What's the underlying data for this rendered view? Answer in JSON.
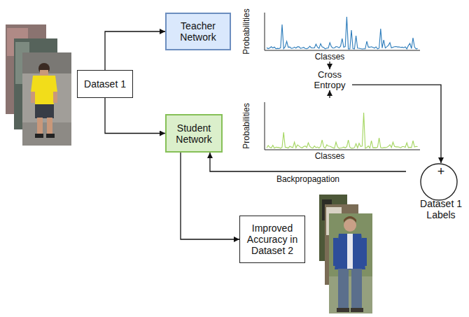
{
  "diagram": {
    "nodes": [
      {
        "text": [
          "Teacher Network"
        ]
      },
      {
        "text": [
          "Probabilities",
          "Classes"
        ]
      },
      {
        "text": [
          "Dataset 1"
        ]
      },
      {
        "text": [
          "Cross Entropy"
        ]
      },
      {
        "text": [
          "Student Network"
        ]
      },
      {
        "text": [
          "Probabilities",
          "Classes"
        ]
      },
      {
        "text": [
          "+"
        ]
      },
      {
        "text": [
          "Improved Accuracy in Dataset 2"
        ]
      },
      {
        "text": [
          "Dataset 1 Labels"
        ]
      }
    ],
    "edges": [
      {
        "from": 2,
        "to": 0,
        "arrow": "to"
      },
      {
        "from": 2,
        "to": 4,
        "arrow": "to"
      },
      {
        "from": 1,
        "to": 3,
        "arrow": "to"
      },
      {
        "from": 5,
        "to": 3,
        "arrow": "to"
      },
      {
        "from": 3,
        "to": 6,
        "arrow": "to"
      },
      {
        "from": 8,
        "to": 6,
        "arrow": "to"
      },
      {
        "from": 6,
        "to": 4,
        "label": "Backpropagation",
        "arrow": "to"
      },
      {
        "from": 4,
        "to": 7,
        "arrow": "to"
      }
    ]
  }
}
